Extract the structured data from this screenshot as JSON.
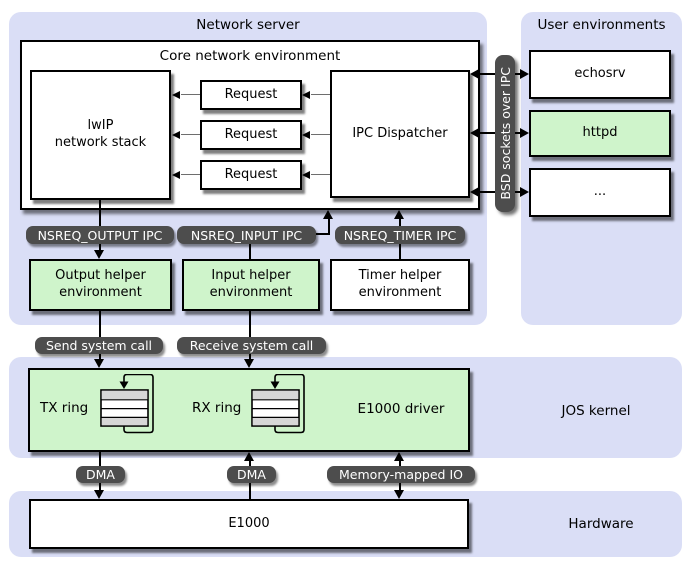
{
  "colors": {
    "panel": "#dadef6",
    "green": "#cff4cb",
    "pill": "#4d4d4d"
  },
  "network_server": {
    "title": "Network server",
    "core": {
      "title": "Core network environment",
      "lwip": {
        "line1": "lwIP",
        "line2": "network stack"
      },
      "requests": [
        "Request",
        "Request",
        "Request"
      ],
      "dispatcher": "IPC Dispatcher"
    },
    "ipc_pills": {
      "output": "NSREQ_OUTPUT IPC",
      "input": "NSREQ_INPUT IPC",
      "timer": "NSREQ_TIMER IPC"
    },
    "helpers": {
      "output": {
        "line1": "Output helper",
        "line2": "environment"
      },
      "input": {
        "line1": "Input helper",
        "line2": "environment"
      },
      "timer": {
        "line1": "Timer helper",
        "line2": "environment"
      }
    }
  },
  "bsd_sockets_pill": "BSD sockets over IPC",
  "user_environments": {
    "title": "User environments",
    "envs": [
      {
        "label": "echosrv"
      },
      {
        "label": "httpd"
      },
      {
        "label": "..."
      }
    ]
  },
  "syscall_pills": {
    "send": "Send system call",
    "receive": "Receive system call"
  },
  "jos_kernel": {
    "label": "JOS kernel",
    "tx_ring": "TX ring",
    "rx_ring": "RX ring",
    "driver": "E1000 driver"
  },
  "io_pills": {
    "dma_tx": "DMA",
    "dma_rx": "DMA",
    "mmio": "Memory-mapped IO"
  },
  "hardware": {
    "label": "Hardware",
    "device": "E1000"
  }
}
